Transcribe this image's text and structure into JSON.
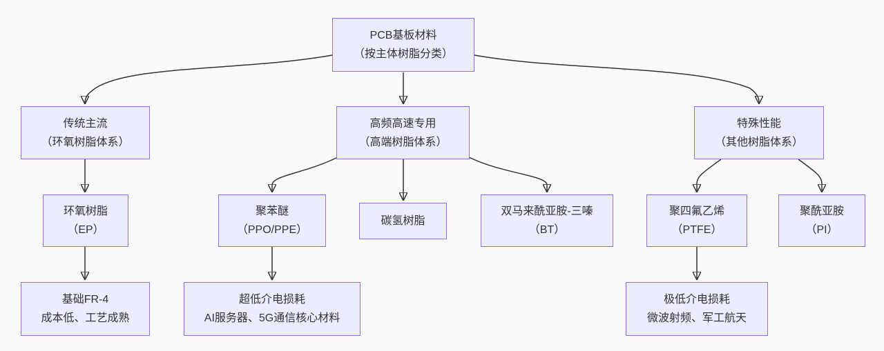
{
  "diagram": {
    "type": "flowchart",
    "direction": "top-down",
    "colors": {
      "node_fill": "#ECECFF",
      "node_border": "#9370DB",
      "edge": "#333333",
      "text": "#333333",
      "background": "#f9fafb"
    },
    "nodes": {
      "root": {
        "line1": "PCB基板材料",
        "line2": "（按主体树脂分类）"
      },
      "traditional": {
        "line1": "传统主流",
        "line2": "（环氧树脂体系）"
      },
      "highfreq": {
        "line1": "高频高速专用",
        "line2": "（高端树脂体系）"
      },
      "special": {
        "line1": "特殊性能",
        "line2": "（其他树脂体系）"
      },
      "ep": {
        "line1": "环氧树脂",
        "line2": "（EP）"
      },
      "ppo": {
        "line1": "聚苯醚",
        "line2": "（PPO/PPE）"
      },
      "hydrocarbon": {
        "line1": "碳氢树脂",
        "line2": ""
      },
      "bt": {
        "line1": "双马来酰亚胺-三嗪",
        "line2": "（BT）"
      },
      "ptfe": {
        "line1": "聚四氟乙烯",
        "line2": "（PTFE）"
      },
      "pi": {
        "line1": "聚酰亚胺",
        "line2": "（PI）"
      },
      "fr4": {
        "line1": "基础FR-4",
        "line2": "成本低、工艺成熟"
      },
      "ultralow": {
        "line1": "超低介电损耗",
        "line2": "AI服务器、5G通信核心材料"
      },
      "extremelow": {
        "line1": "极低介电损耗",
        "line2": "微波射频、军工航天"
      }
    },
    "edges": [
      {
        "from": "root",
        "to": "traditional"
      },
      {
        "from": "root",
        "to": "highfreq"
      },
      {
        "from": "root",
        "to": "special"
      },
      {
        "from": "traditional",
        "to": "ep"
      },
      {
        "from": "ep",
        "to": "fr4"
      },
      {
        "from": "highfreq",
        "to": "ppo"
      },
      {
        "from": "highfreq",
        "to": "hydrocarbon"
      },
      {
        "from": "highfreq",
        "to": "bt"
      },
      {
        "from": "ppo",
        "to": "ultralow"
      },
      {
        "from": "special",
        "to": "ptfe"
      },
      {
        "from": "special",
        "to": "pi"
      },
      {
        "from": "ptfe",
        "to": "extremelow"
      }
    ]
  }
}
